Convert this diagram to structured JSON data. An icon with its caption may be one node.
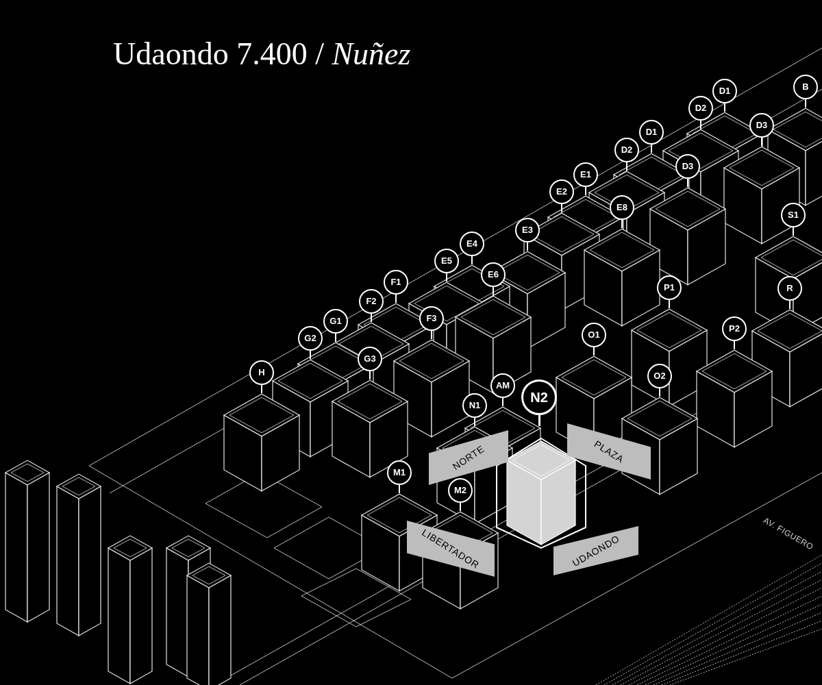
{
  "diagram": {
    "title": "Udaondo 7.400 / *Nuñez*",
    "nodes": [
      {
        "text": [
          "D1"
        ]
      },
      {
        "text": [
          "B"
        ]
      },
      {
        "text": [
          "D2"
        ]
      },
      {
        "text": [
          "D3"
        ]
      },
      {
        "text": [
          "D1"
        ]
      },
      {
        "text": [
          "D2"
        ]
      },
      {
        "text": [
          "D3"
        ]
      },
      {
        "text": [
          "E1"
        ]
      },
      {
        "text": [
          "E2"
        ]
      },
      {
        "text": [
          "E8"
        ]
      },
      {
        "text": [
          "S1"
        ]
      },
      {
        "text": [
          "E3"
        ]
      },
      {
        "text": [
          "E4"
        ]
      },
      {
        "text": [
          "E5"
        ]
      },
      {
        "text": [
          "E6"
        ]
      },
      {
        "text": [
          "F1"
        ]
      },
      {
        "text": [
          "P1"
        ]
      },
      {
        "text": [
          "R"
        ]
      },
      {
        "text": [
          "F2"
        ]
      },
      {
        "text": [
          "F3"
        ]
      },
      {
        "text": [
          "G1"
        ]
      },
      {
        "text": [
          "P2"
        ]
      },
      {
        "text": [
          "O1"
        ]
      },
      {
        "text": [
          "G2"
        ]
      },
      {
        "text": [
          "G3"
        ]
      },
      {
        "text": [
          "H"
        ]
      },
      {
        "text": [
          "O2"
        ]
      },
      {
        "text": [
          "AM"
        ]
      },
      {
        "text": [
          "N2"
        ]
      },
      {
        "text": [
          "N1"
        ]
      },
      {
        "text": [
          "M1"
        ]
      },
      {
        "text": [
          "M2"
        ]
      },
      {
        "text": [
          "NORTE"
        ]
      },
      {
        "text": [
          "PLAZA"
        ]
      },
      {
        "text": [
          "LIBERTADOR"
        ]
      },
      {
        "text": [
          "UDAONDO"
        ]
      }
    ],
    "labels": [
      "AV. FIGUERO"
    ]
  }
}
